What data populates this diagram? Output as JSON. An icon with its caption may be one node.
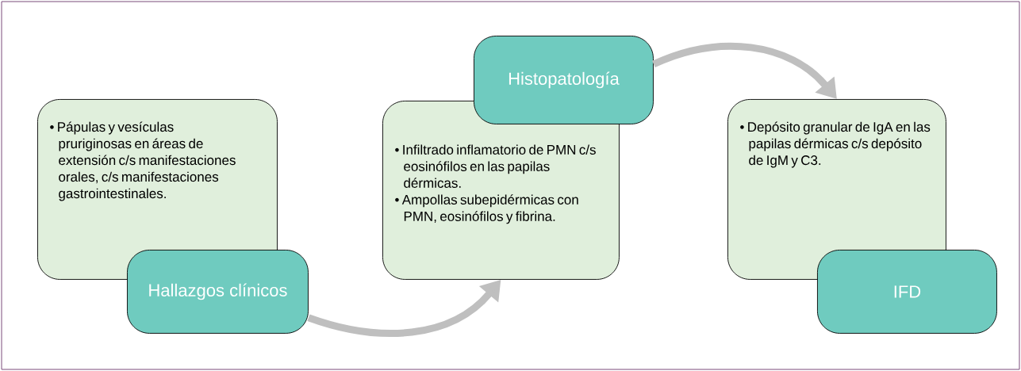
{
  "diagram": {
    "nodes": [
      {
        "text": [
          "• Pápulas y vesículas pruriginosas en áreas de extensión c/s manifestaciones orales, c/s manifestaciones gastrointestinales."
        ]
      },
      {
        "text": [
          "Hallazgos clínicos"
        ]
      },
      {
        "text": [
          "Histopatología"
        ]
      },
      {
        "text": [
          "• Infiltrado inflamatorio de PMN c/s eosinófilos en las papilas dérmicas.",
          "• Ampollas subepidérmicas con PMN, eosinófilos y fibrina."
        ]
      },
      {
        "text": [
          "• Depósito granular de IgA en las papilas dérmicas c/s depósito de IgM y C3."
        ]
      },
      {
        "text": [
          "IFD"
        ]
      }
    ],
    "edges": [
      {
        "from": 1,
        "to": 3,
        "arrow": "to"
      },
      {
        "from": 2,
        "to": 4,
        "arrow": "to"
      }
    ]
  }
}
